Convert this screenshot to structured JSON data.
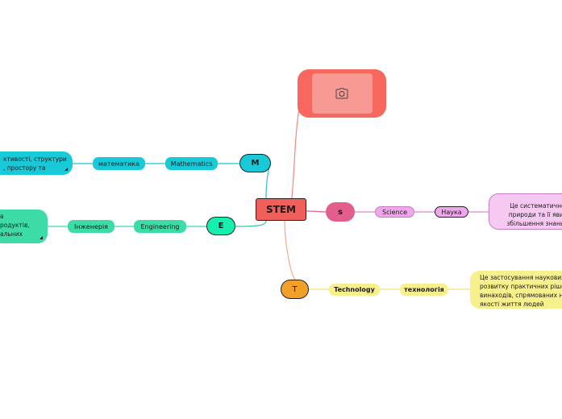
{
  "center": {
    "label": "STEM"
  },
  "image_node": {
    "icon": "camera-icon"
  },
  "branches": {
    "m": {
      "letter": "M",
      "en": "Mathematics",
      "ua": "математика",
      "note": [
        "ктивості, структури",
        ", простору та"
      ]
    },
    "e": {
      "letter": "E",
      "en": "Engineering",
      "ua": "Інженерія",
      "note": [
        "а",
        "родуктів,",
        "альних"
      ]
    },
    "s": {
      "letter": "s",
      "en": "Science",
      "ua": "Наука",
      "note": [
        "Це систематичне до",
        "природи та її явищ,",
        "збільшення знань та"
      ]
    },
    "t": {
      "letter": "T",
      "en": "Technology",
      "ua": "технологія",
      "note": [
        "Це застосування наукових зн",
        "розвитку практичних рішень",
        "винаходів, спрямованих на п",
        "якості життя людей"
      ]
    }
  },
  "colors": {
    "center": "#f0605a",
    "image_outer": "#f7675e",
    "image_inner": "#f79a93",
    "m": "#18cad8",
    "e": "#3ddba5",
    "e_main": "#16f0ae",
    "s": "#e35e8c",
    "s_pill": "#f0a6ea",
    "s_note": "#f6c9f2",
    "t": "#f1a12a",
    "t_pill": "#f7f08c"
  }
}
